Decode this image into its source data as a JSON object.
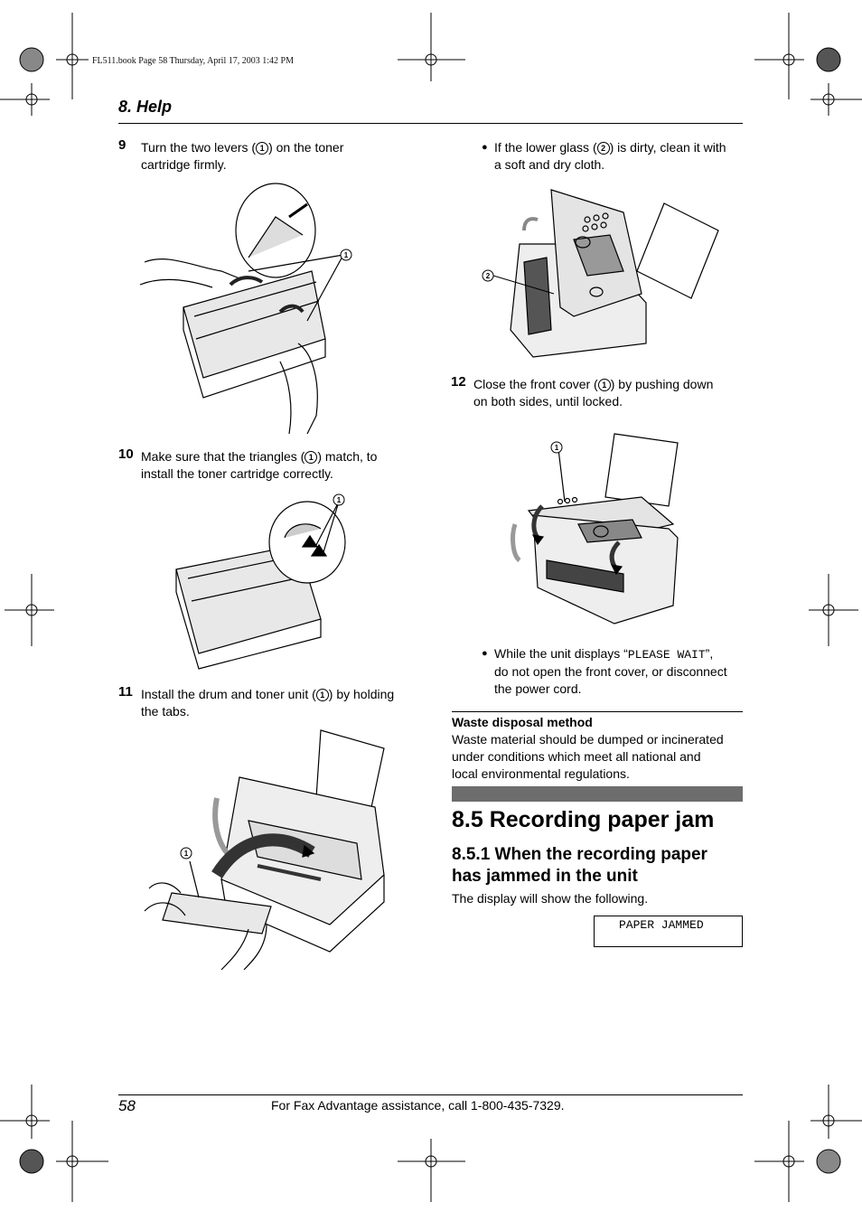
{
  "print_slug": "FL511.book  Page 58  Thursday, April 17, 2003  1:42 PM",
  "header": {
    "section": "8. Help"
  },
  "steps": [
    {
      "number": "9",
      "pre": "Turn the two levers (",
      "marker": "1",
      "post": ") on the toner",
      "line2": "cartridge firmly."
    },
    {
      "number": "10",
      "pre": "Make sure that the triangles (",
      "marker": "1",
      "post": ") match, to",
      "line2": "install the toner cartridge correctly."
    },
    {
      "number": "11",
      "pre": "Install the drum and toner unit (",
      "marker": "1",
      "post": ") by holding",
      "line2": "the tabs."
    },
    {
      "number": "12",
      "pre": "Close the front cover (",
      "marker": "1",
      "post": ") by pushing down",
      "line2": "on both sides, until locked."
    }
  ],
  "bullets": {
    "glass": {
      "pre": "If the lower glass (",
      "marker": "2",
      "post": ") is dirty, clean it with",
      "line2": "a soft and dry cloth."
    },
    "wait": {
      "pre": "While the unit displays “",
      "code": "PLEASE WAIT",
      "post": "”,",
      "line2": "do not open the front cover, or disconnect",
      "line3": "the power cord."
    }
  },
  "figure_callouts": {
    "one": "1",
    "two": "2"
  },
  "waste": {
    "heading": "Waste disposal method",
    "lines": [
      "Waste material should be dumped or incinerated",
      "under conditions which meet all national and",
      "local environmental regulations."
    ]
  },
  "section": {
    "title": "8.5 Recording paper jam",
    "subtitle_line1": "8.5.1 When the recording paper",
    "subtitle_line2": "has jammed in the unit",
    "intro": "The display will show the following.",
    "display": "PAPER JAMMED"
  },
  "footer": {
    "page_number": "58",
    "assistance": "For Fax Advantage assistance, call 1-800-435-7329."
  }
}
